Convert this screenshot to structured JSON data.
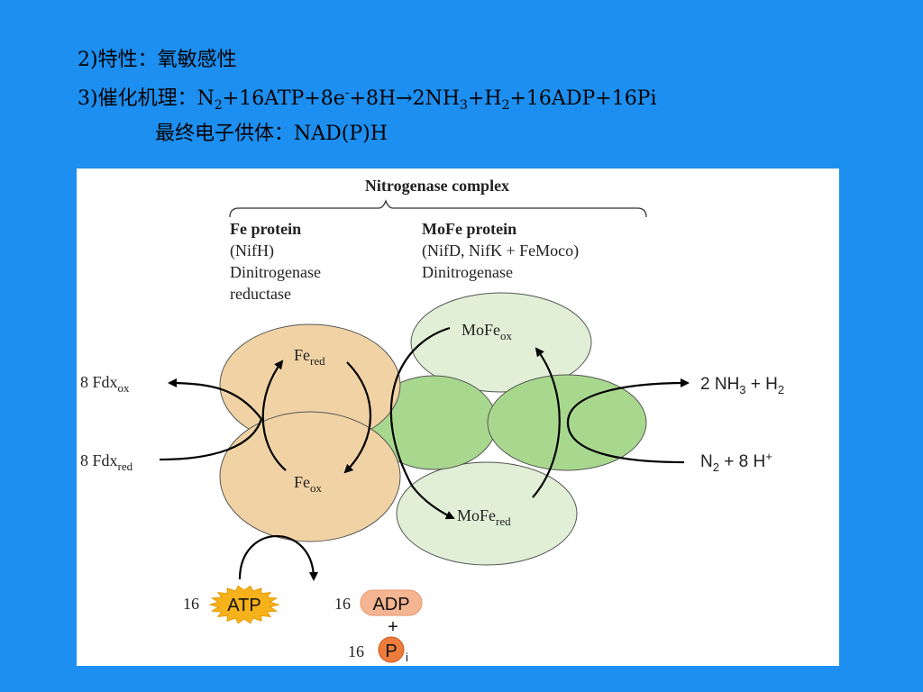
{
  "slide": {
    "line1": "2)特性：氧敏感性",
    "line2": {
      "prefix": "3)催化机理：N",
      "n2_sub": "2",
      "part_a": "+16ATP+8e",
      "e_sup": "-",
      "part_b": "+8H→2NH",
      "nh3_sub": "3",
      "part_c": "+H",
      "h2_sub": "2",
      "part_d": "+16ADP+16Pi"
    },
    "line3": "最终电子供体：NAD(P)H"
  },
  "diagram": {
    "complex_title": "Nitrogenase complex",
    "fe_protein": {
      "name": "Fe protein",
      "gene": "(NifH)",
      "role_line1": "Dinitrogenase",
      "role_line2": "reductase"
    },
    "mofe_protein": {
      "name": "MoFe protein",
      "gene": "(NifD, NifK + FeMoco)",
      "role": "Dinitrogenase"
    },
    "fe_red": {
      "base": "Fe",
      "sub": "red"
    },
    "fe_ox": {
      "base": "Fe",
      "sub": "ox"
    },
    "mofe_ox": {
      "base": "MoFe",
      "sub": "ox"
    },
    "mofe_red": {
      "base": "MoFe",
      "sub": "red"
    },
    "fdx_ox": {
      "base": "8 Fdx",
      "sub": "ox"
    },
    "fdx_red": {
      "base": "8 Fdx",
      "sub": "red"
    },
    "product": {
      "a": "2 NH",
      "a_sub": "3",
      "b": " + H",
      "b_sub": "2"
    },
    "substrate": {
      "a": "N",
      "a_sub": "2",
      "b": " + 8 H",
      "b_sup": "+"
    },
    "atp": {
      "count": "16",
      "label": "ATP"
    },
    "adp": {
      "count": "16",
      "label": "ADP"
    },
    "plus": "+",
    "pi": {
      "count": "16",
      "label": "P",
      "sub": "i"
    }
  },
  "colors": {
    "background": "#1c8ff0",
    "fe_protein_fill": "#f0d2a4",
    "mofe_light_fill": "#e0efd6",
    "mofe_mid_fill": "#a8d88e",
    "atp_burst": "#f6b21a",
    "adp_fill": "#f5b592",
    "pi_fill": "#ee7c3c"
  }
}
